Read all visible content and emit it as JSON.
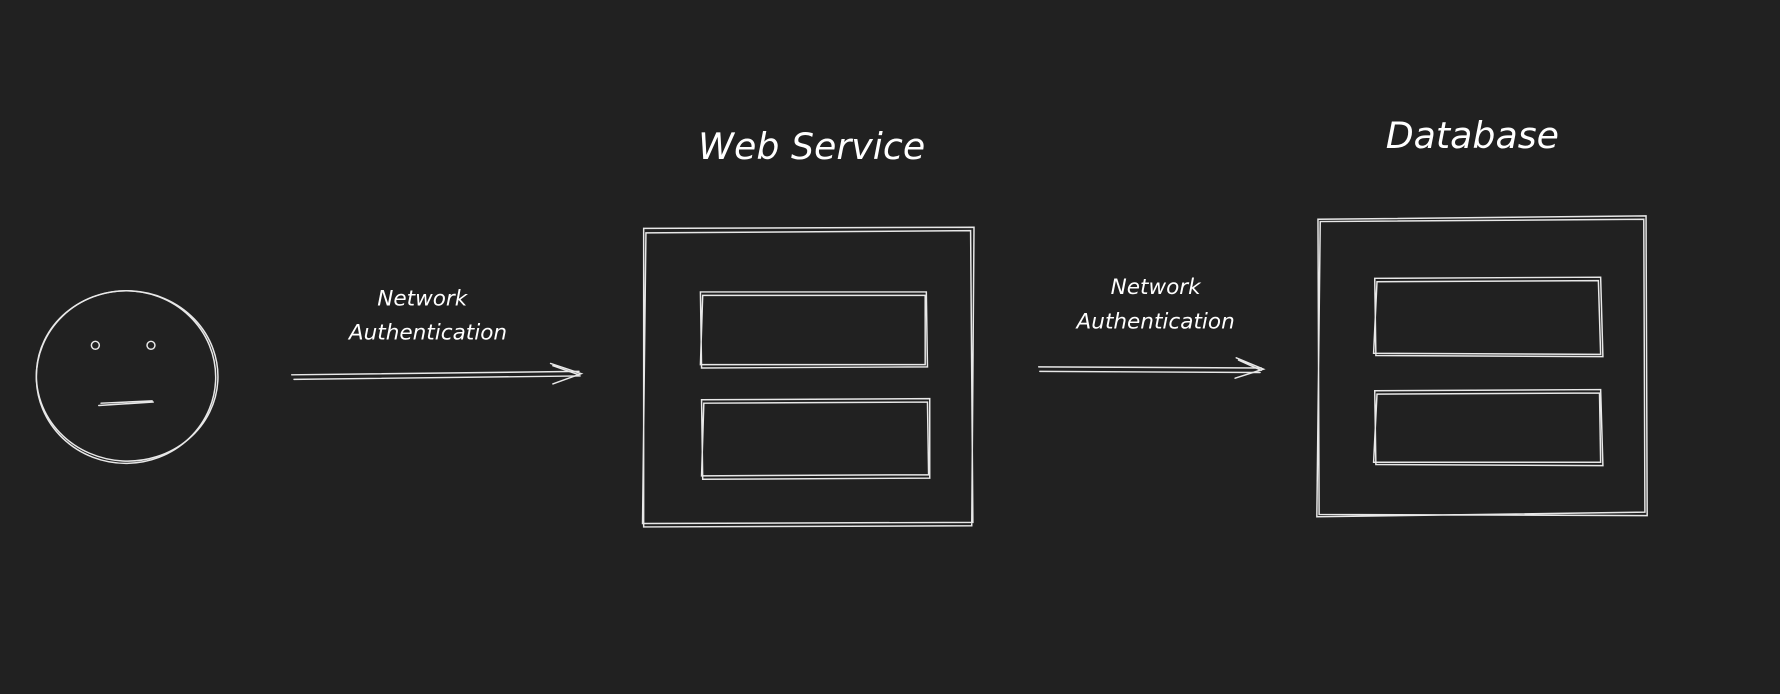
{
  "background": "#212121",
  "stroke_color": "#e8e8e8",
  "nodes": {
    "user": {
      "icon": "neutral-face-icon"
    },
    "web_service": {
      "title": "Web Service"
    },
    "database": {
      "title": "Database"
    }
  },
  "edges": [
    {
      "from": "user",
      "to": "web_service",
      "label_line1": "Network",
      "label_line2": "Authentication"
    },
    {
      "from": "web_service",
      "to": "database",
      "label_line1": "Network",
      "label_line2": "Authentication"
    }
  ]
}
